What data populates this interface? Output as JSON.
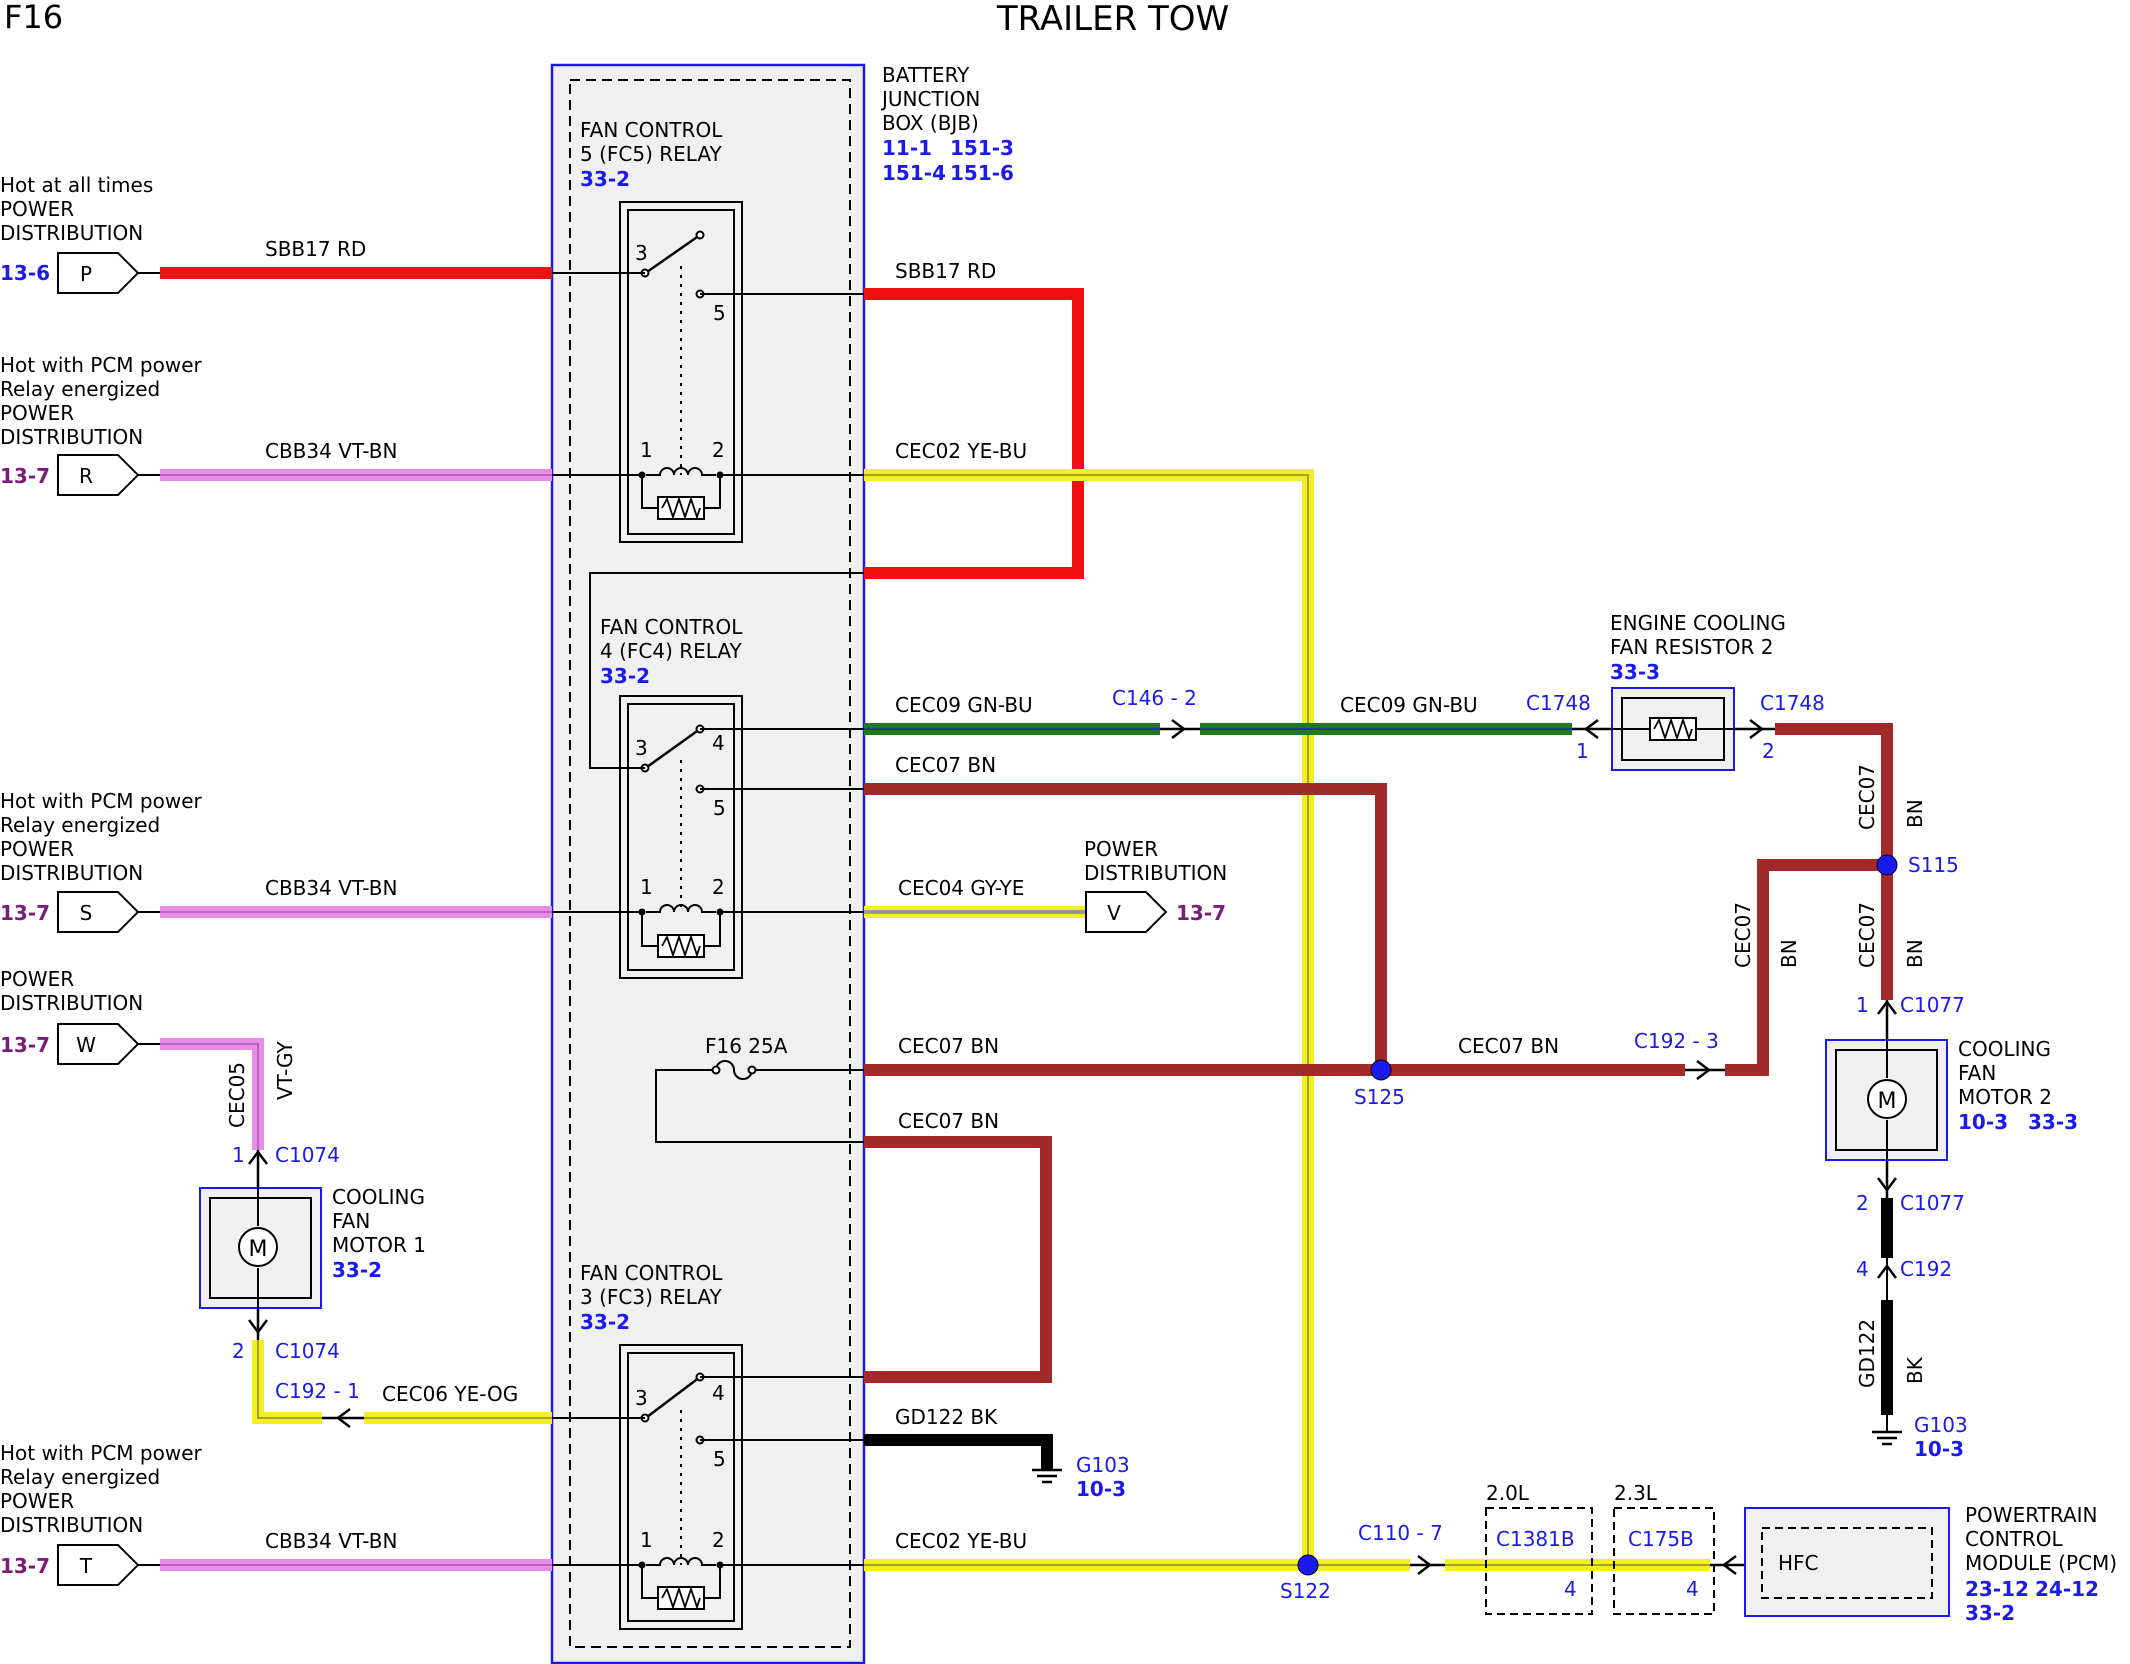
{
  "header": {
    "page_id": "F16",
    "title": "TRAILER TOW"
  },
  "colors": {
    "red": "#ee1111",
    "pink": "#e88ce8",
    "yellow": "#f2ef22",
    "yellow_stripe": "#8a8a2a",
    "green": "#1f7a1f",
    "green_stripe": "#1c35a8",
    "brown": "#a32a2a",
    "black": "#000000",
    "blue": "#1a1aee",
    "purple": "#7a1a7a",
    "box_fill": "#f0f0f0",
    "gray_stripe": "#9a9a9a"
  },
  "bjb": {
    "lines": [
      "BATTERY",
      "JUNCTION",
      "BOX (BJB)"
    ],
    "refs": [
      "11-1",
      "151-3",
      "151-4",
      "151-6"
    ]
  },
  "relays": {
    "fc5": {
      "lines": [
        "FAN CONTROL",
        "5 (FC5) RELAY"
      ],
      "ref": "33-2"
    },
    "fc4": {
      "lines": [
        "FAN CONTROL",
        "4 (FC4) RELAY"
      ],
      "ref": "33-2"
    },
    "fc3": {
      "lines": [
        "FAN CONTROL",
        "3 (FC3) RELAY"
      ],
      "ref": "33-2"
    }
  },
  "pins": {
    "p1": "1",
    "p2": "2",
    "p3": "3",
    "p4": "4",
    "p5": "5"
  },
  "inputs": {
    "P": {
      "letter": "P",
      "lines": [
        "Hot at all times",
        "POWER",
        "DISTRIBUTION"
      ],
      "ref": "13-6"
    },
    "R": {
      "letter": "R",
      "lines": [
        "Hot with PCM power",
        "Relay energized",
        "POWER",
        "DISTRIBUTION"
      ],
      "ref": "13-7"
    },
    "S": {
      "letter": "S",
      "lines": [
        "Hot with PCM power",
        "Relay energized",
        "POWER",
        "DISTRIBUTION"
      ],
      "ref": "13-7"
    },
    "W": {
      "letter": "W",
      "lines": [
        "POWER",
        "DISTRIBUTION"
      ],
      "ref": "13-7"
    },
    "T": {
      "letter": "T",
      "lines": [
        "Hot with PCM power",
        "Relay energized",
        "POWER",
        "DISTRIBUTION"
      ],
      "ref": "13-7"
    },
    "V": {
      "letter": "V",
      "lines": [
        "POWER",
        "DISTRIBUTION"
      ],
      "ref": "13-7"
    }
  },
  "wires": {
    "sbb17": "SBB17  RD",
    "cbb34": "CBB34  VT-BN",
    "cec02": "CEC02  YE-BU",
    "cec09": "CEC09  GN-BU",
    "cec07": "CEC07  BN",
    "cec04": "CEC04  GY-YE",
    "gd122": "GD122  BK",
    "cec06": "CEC06  YE-OG",
    "cec05_code": "CEC05",
    "cec05_color": "VT-GY",
    "cec07_code": "CEC07",
    "bn": "BN",
    "gd122_code": "GD122",
    "bk": "BK"
  },
  "fuse": {
    "label": "F16   25A"
  },
  "connectors": {
    "c146": "C146 - 2",
    "c1748": "C1748",
    "c192_3": "C192 - 3",
    "c192_1": "C192 - 1",
    "c192": "C192",
    "c1077": "C1077",
    "c1074": "C1074",
    "c110": "C110 - 7",
    "c1381b": "C1381B",
    "c175b": "C175B",
    "g103": "G103",
    "g103_ref": "10-3"
  },
  "splices": {
    "s125": "S125",
    "s115": "S115",
    "s122": "S122"
  },
  "components": {
    "resistor": {
      "lines": [
        "ENGINE COOLING",
        "FAN RESISTOR 2"
      ],
      "ref": "33-3"
    },
    "motor1": {
      "lines": [
        "COOLING",
        "FAN",
        "MOTOR 1"
      ],
      "ref": "33-2"
    },
    "motor2": {
      "lines": [
        "COOLING",
        "FAN",
        "MOTOR 2"
      ],
      "refs": [
        "10-3",
        "33-3"
      ]
    },
    "pcm": {
      "lines": [
        "POWERTRAIN",
        "CONTROL",
        "MODULE (PCM)"
      ],
      "refs": [
        "23-12",
        "24-12",
        "33-2"
      ],
      "inner": "HFC"
    }
  },
  "engines": {
    "e20": "2.0L",
    "e23": "2.3L"
  }
}
